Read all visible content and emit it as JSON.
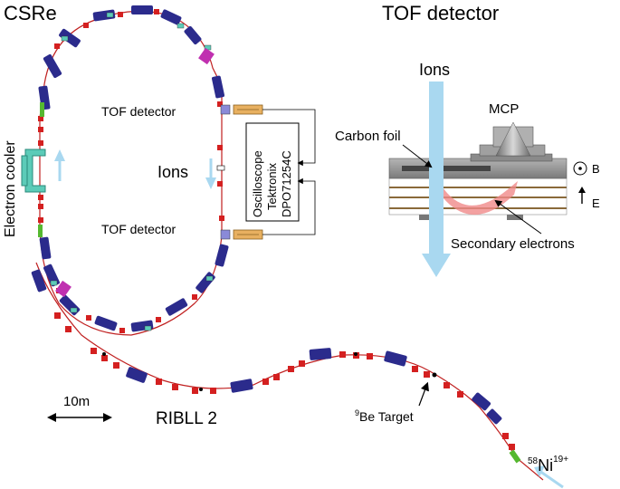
{
  "labels": {
    "csre": "CSRe",
    "tof_title": "TOF detector",
    "tof_upper": "TOF detector",
    "tof_lower": "TOF detector",
    "ions_ring": "Ions",
    "electron_cooler": "Electron cooler",
    "oscilloscope_line1": "Oscilloscope",
    "oscilloscope_line2": "Tektronix",
    "oscilloscope_line3": "DPO71254C",
    "ions_detector": "Ions",
    "mcp": "MCP",
    "carbon_foil": "Carbon foil",
    "b_field": "B",
    "e_field": "E",
    "secondary_electrons": "Secondary electrons",
    "scale": "10m",
    "ribll2": "RIBLL 2",
    "target_mass": "9",
    "target_name": "Be Target",
    "beam_mass": "58",
    "beam_element": "Ni",
    "beam_charge": "19+"
  },
  "colors": {
    "dipole": "#2b2b8c",
    "quad": "#d42020",
    "beamline": "#c02020",
    "cooler": "#5ccbb8",
    "green_element": "#55b830",
    "magenta_element": "#c030b0",
    "ion_arrow": "#a9d8f0",
    "electron_path": "#f08a8a",
    "detector_gray": "#9a9a9a"
  }
}
